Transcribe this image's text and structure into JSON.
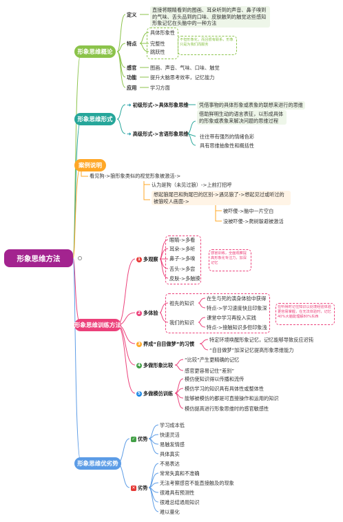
{
  "colors": {
    "root": "#a3238f",
    "branch1": "#8bc34a",
    "branch2": "#26a69a",
    "branch3": "#ffa726",
    "branch4": "#ec407a",
    "branch5": "#5c9ce6"
  },
  "root": "形象思维方法",
  "b1": {
    "title": "形象思维概论",
    "def_label": "定义",
    "def_text": "直接将眼睛看到的图画、耳朵听到的声音、鼻子嗅到的气味、舌头品到的口味、皮肤触到的触觉这些感知形象记忆在头脑中的一种方法",
    "feat_label": "特点",
    "feat_items": [
      "具体形象性",
      "完整性",
      "跳跃性"
    ],
    "feat_note": "不但形象化，而且很有联系，形象只是为我们而服务",
    "sense_label": "感官",
    "sense_text": "图画、声音、气味、口味、触觉",
    "func_label": "功能",
    "func_text": "提升大脑思考效率，记忆能力",
    "app_label": "应用",
    "app_text": "学习方面"
  },
  "b2": {
    "title": "形象思维形式",
    "f1": "初级形式->具体形象思维",
    "f1_text": "凭借事物的具体形象或表象的联想来进行的思维",
    "f2": "高级形式->言语形象思维",
    "f2_items": [
      "借助鲜明生动的语言表征，以形成具体的形象或表象来解决问题的思维过程",
      "往往带有强烈的情绪色彩",
      "具有思维抽象性和概括性"
    ]
  },
  "b3": {
    "title": "案例说明",
    "l1": "看见狗->狼形象类似的视觉形象被激活->",
    "l2": "认为是狗（未见过狼）->上前打招呼",
    "l3": "想起狼尾巴和狗尾巴的区别->遇见狼了->想起见过或听过的被狼咬人画面->",
    "l4": "被吓傻->脑中一片空白",
    "l5": "没被吓傻->爬树躲避被激活"
  },
  "b4": {
    "title": "形象思维训练方法",
    "s1": "多观察",
    "s1_items": [
      "眼睛->多看",
      "耳朵->多听",
      "鼻子->多嗅",
      "舌头->多尝",
      "皮肤->多触摸"
    ],
    "s1_note": "感官训练，全面观察提高形象化专注力，加深记忆",
    "s2": "多体验",
    "s2_a": "祖先的知识",
    "s2_a_items": [
      "在生与死的演身体验中获得",
      "特点->学习速度快且印象深"
    ],
    "s2_b": "我们的知识",
    "s2_b_items": [
      "课堂中学习再投入实践",
      "特点->接触知识多但印象浅"
    ],
    "s2_note": "在听得时记住知识以处境经验体验更容易掌握，在无法体验时，记忆40%大脑能理解80%东西",
    "s3": "养成“自目做梦”的习惯",
    "s3_items": [
      "特定环境唤醒形象记忆，记忆能够导致反应迟钝",
      "“自目做梦”加深记忆提高形象思维能力"
    ],
    "s4": "多做形象比较",
    "s4_items": [
      "“比较”产生更精确的记忆",
      "感官更容易记住“差别”"
    ],
    "s5": "多做模仿训练",
    "s5_items": [
      "模仿使知识得以传播和流传",
      "模仿学习的知识具有具体性或整体性",
      "能够被模仿的都是可直接操作和运用的知识",
      "模仿提高进行形象思维时的感官敏感性"
    ]
  },
  "b5": {
    "title": "形象思维优劣势",
    "adv": "优势",
    "adv_items": [
      "学习成本低",
      "快速灵活",
      "易触发情感",
      "具体真实"
    ],
    "dis": "劣势",
    "dis_items": [
      "不易表达",
      "常常失真和不准确",
      "无法考察感官不能直接触及的现象",
      "很难具有预测性",
      "很难总结通用知识",
      "难以量化"
    ]
  }
}
